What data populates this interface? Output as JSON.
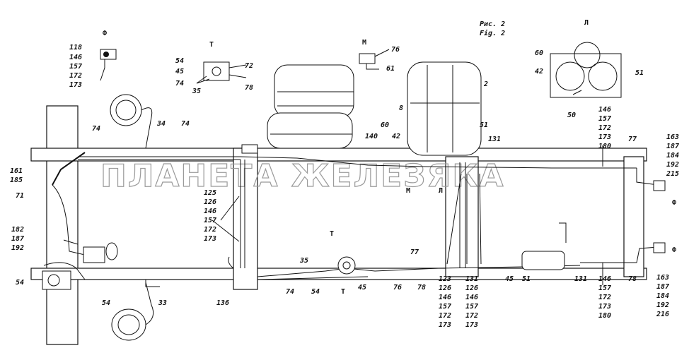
{
  "figure": {
    "caption_line1": "Рис. 2",
    "caption_line2": "Fig. 2"
  },
  "watermark": "ПЛАНЕТА ЖЕЛЕЗЯКА",
  "views": {
    "f_top": "Ф",
    "t_top": "Т",
    "m_top": "М",
    "l_top": "Л",
    "f_right": "Ф",
    "f_right2": "Ф",
    "m_bottom": "М",
    "l_bottom": "Л",
    "t_bottom": "Т",
    "t_bottom2": "Т"
  },
  "callouts": {
    "f_stack": [
      "118",
      "146",
      "157",
      "172",
      "173"
    ],
    "t_54": "54",
    "t_45": "45",
    "t_74": "74",
    "t_35": "35",
    "t_72": "72",
    "t_78": "78",
    "m_76": "76",
    "m_61": "61",
    "l_60": "60",
    "l_42": "42",
    "l_51": "51",
    "l_50": "50",
    "tank_2": "2",
    "tank_8": "8",
    "tank_42": "42",
    "tank_60": "60",
    "tank_140": "140",
    "tank_51": "51",
    "tank_131": "131",
    "left_74a": "74",
    "left_34": "34",
    "left_74b": "74",
    "left_161_185": [
      "161",
      "185"
    ],
    "left_71": "71",
    "left_182_stack": [
      "182",
      "187",
      "192"
    ],
    "left_54": "54",
    "mid_stack": [
      "125",
      "126",
      "146",
      "157",
      "172",
      "173"
    ],
    "right_stack_top": [
      "146",
      "157",
      "172",
      "173",
      "180"
    ],
    "right_77": "77",
    "right_top_stack": [
      "163",
      "187",
      "184",
      "192",
      "215"
    ],
    "right_bottom_stack": [
      "163",
      "187",
      "184",
      "192",
      "216"
    ],
    "bot_54": "54",
    "bot_33": "33",
    "bot_136": "136",
    "bot_74": "74",
    "bot_54b": "54",
    "bot_35": "35",
    "bot_45": "45",
    "bot_77": "77",
    "bot_76": "76",
    "bot_78": "78",
    "bot_stack_a": [
      "123",
      "126",
      "146",
      "157",
      "172",
      "173"
    ],
    "bot_stack_b": [
      "131",
      "126",
      "146",
      "157",
      "172",
      "173"
    ],
    "bot_45b": "45",
    "bot_51": "51",
    "bot_131": "131",
    "bot_stack_c": [
      "146",
      "157",
      "172",
      "173",
      "180"
    ],
    "bot_78b": "78"
  }
}
